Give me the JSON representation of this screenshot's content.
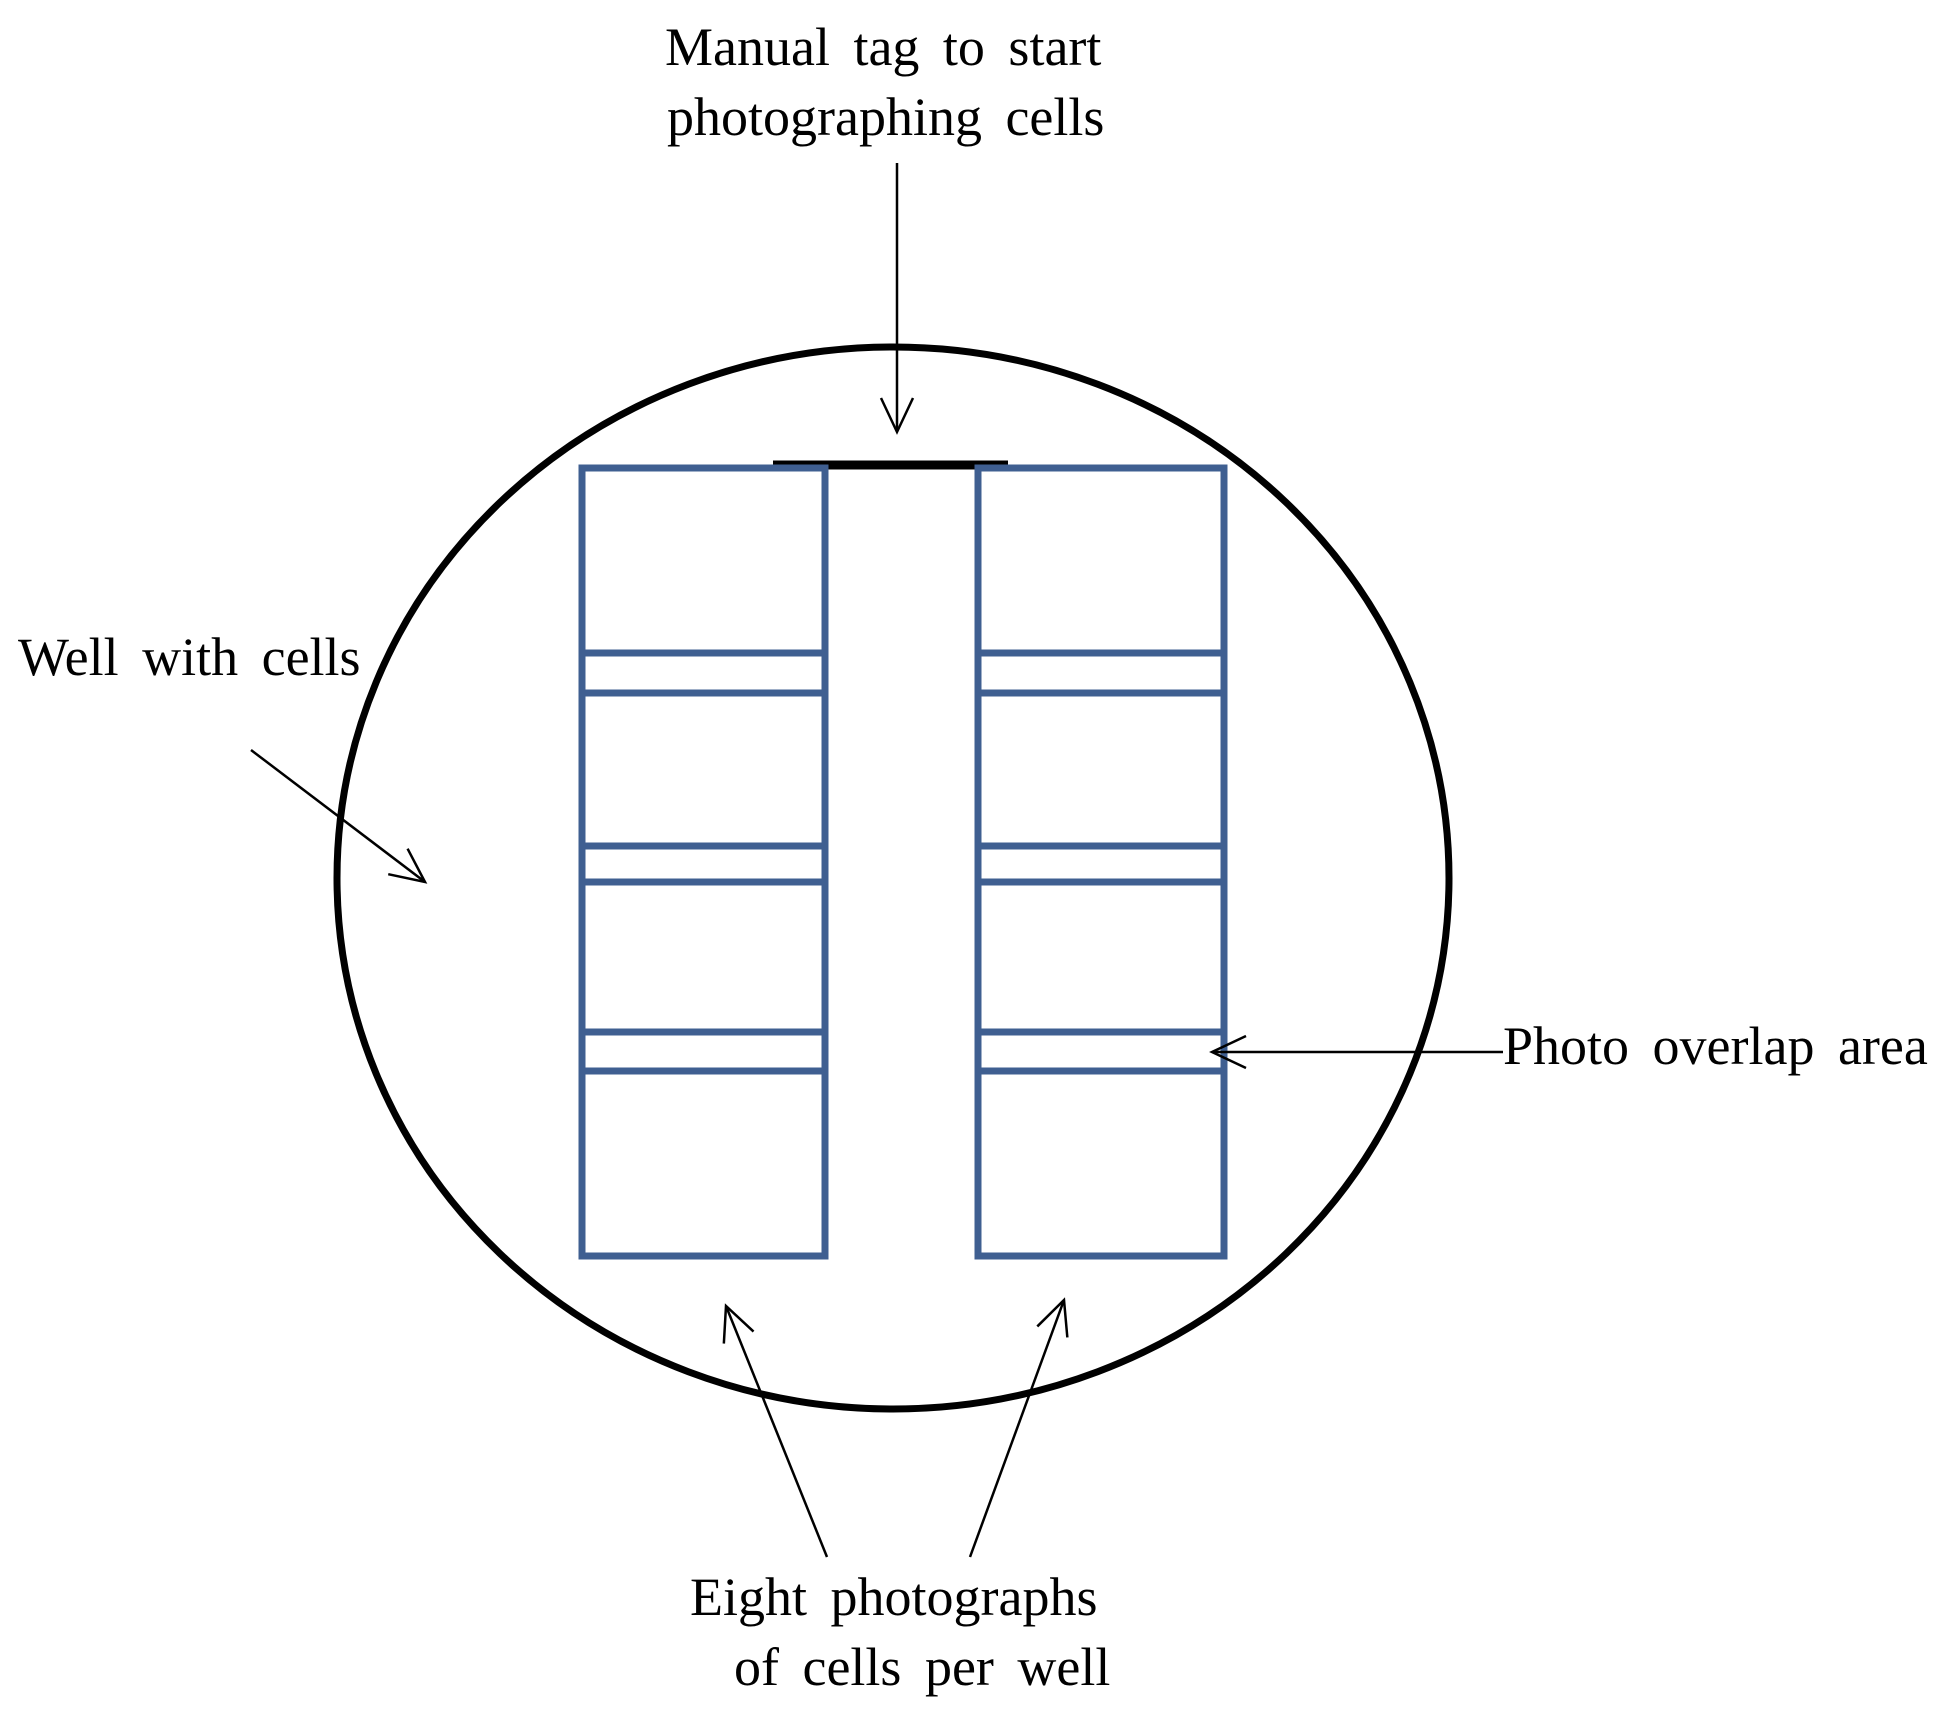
{
  "labels": {
    "manual_tag": [
      "Manual  tag  to  start",
      "photographing  cells"
    ],
    "well": "Well  with  cells",
    "overlap": "Photo  overlap  area",
    "eight_photos": [
      "Eight  photographs",
      "of  cells  per  well"
    ]
  },
  "diagram": {
    "photo_columns": 2,
    "photos_per_column": 4,
    "photos_per_well": 8
  },
  "colors": {
    "outline": "#000000",
    "photo_frame": "#3f5f91",
    "background": "#ffffff"
  }
}
